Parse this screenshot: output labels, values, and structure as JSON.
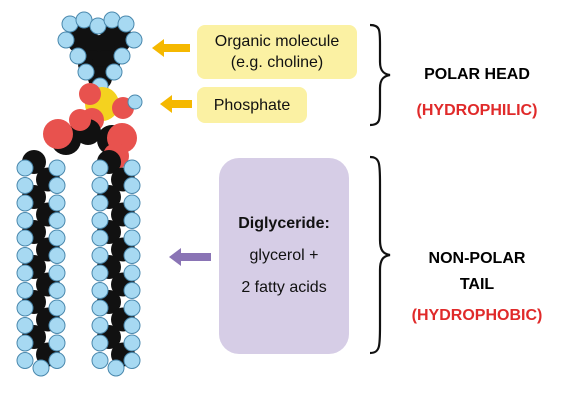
{
  "labels": {
    "organic_line1": "Organic molecule",
    "organic_line2": "(e.g. choline)",
    "phosphate": "Phosphate",
    "diglyceride_title": "Diglyceride:",
    "diglyceride_line2": "glycerol +",
    "diglyceride_line3": "2 fatty acids",
    "polar_head": "POLAR HEAD",
    "hydrophilic": "(HYDROPHILIC)",
    "nonpolar_line1": "NON-POLAR",
    "nonpolar_line2": "TAIL",
    "hydrophobic": "(HYDROPHOBIC)"
  },
  "colors": {
    "yellow_box": "#fbf1a3",
    "purple_box": "#d6cde6",
    "yellow_arrow": "#f5b800",
    "purple_arrow": "#8a74b5",
    "red_text": "#e02a2a",
    "atom_carbon": "#111111",
    "atom_hydrogen": "#a7d9f2",
    "atom_oxygen": "#e8524e",
    "atom_phosphorus": "#f4d21f"
  }
}
